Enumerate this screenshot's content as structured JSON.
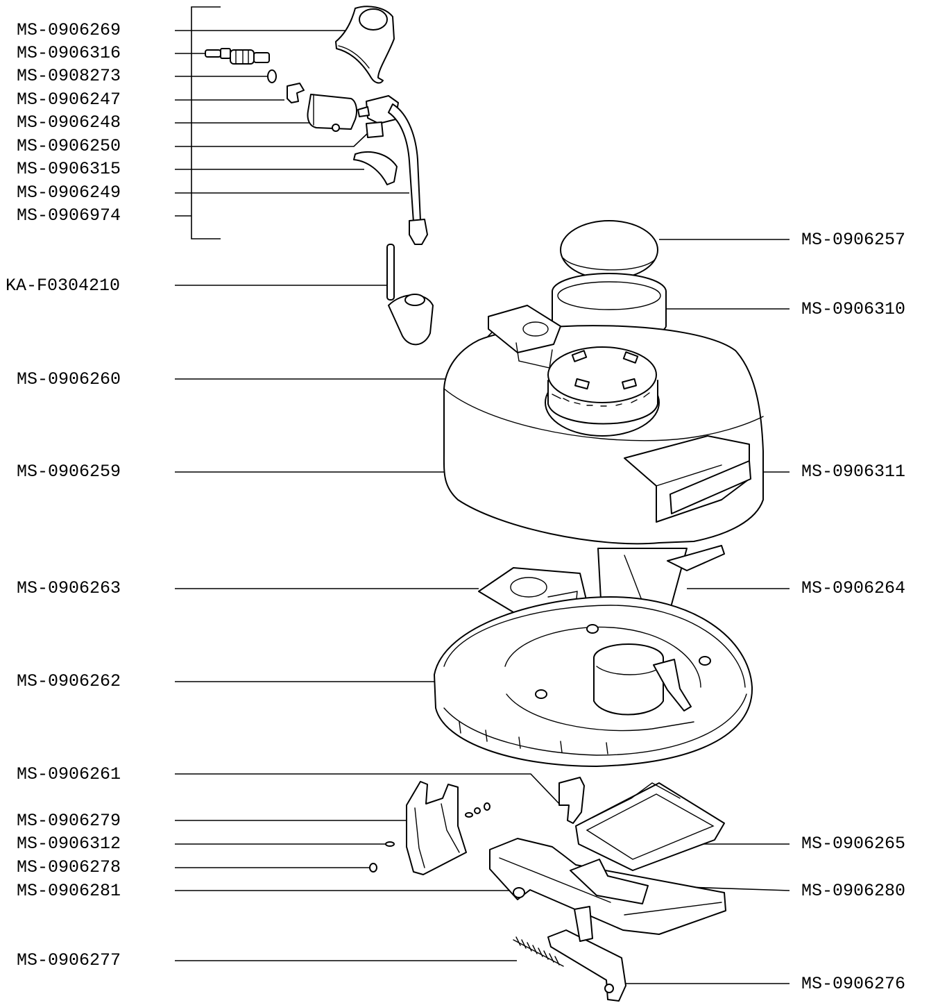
{
  "callouts": {
    "left": [
      "MS-0906269",
      "MS-0906316",
      "MS-0908273",
      "MS-0906247",
      "MS-0906248",
      "MS-0906250",
      "MS-0906315",
      "MS-0906249",
      "MS-0906974",
      "KA-F0304210",
      "MS-0906260",
      "MS-0906259",
      "MS-0906263",
      "MS-0906262",
      "MS-0906261",
      "MS-0906279",
      "MS-0906312",
      "MS-0906278",
      "MS-0906281",
      "MS-0906277"
    ],
    "right": [
      "MS-0906257",
      "MS-0906310",
      "MS-0906311",
      "MS-0906264",
      "MS-0906265",
      "MS-0906280",
      "MS-0906276"
    ]
  }
}
